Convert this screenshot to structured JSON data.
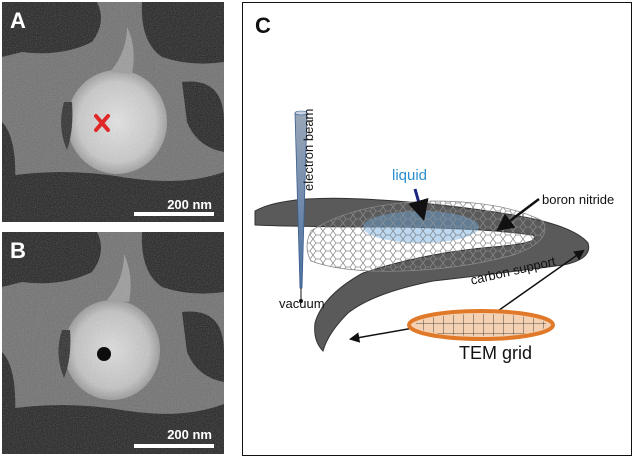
{
  "figure": {
    "panel_a": {
      "letter": "A",
      "scale_label": "200 nm",
      "marker": "X"
    },
    "panel_b": {
      "letter": "B",
      "scale_label": "200 nm"
    },
    "panel_c": {
      "letter": "C",
      "labels": {
        "electron_beam": "electron beam",
        "liquid": "liquid",
        "boron_nitride": "boron nitride",
        "carbon_support": "carbon support",
        "vacuum": "vacuum",
        "tem_grid": "TEM grid"
      }
    }
  },
  "colors": {
    "marker_red": "#e02828",
    "liquid_blue": "#2b8fd0",
    "carbon_gray": "#5a5a5a",
    "grid_orange": "#e07a2a"
  }
}
